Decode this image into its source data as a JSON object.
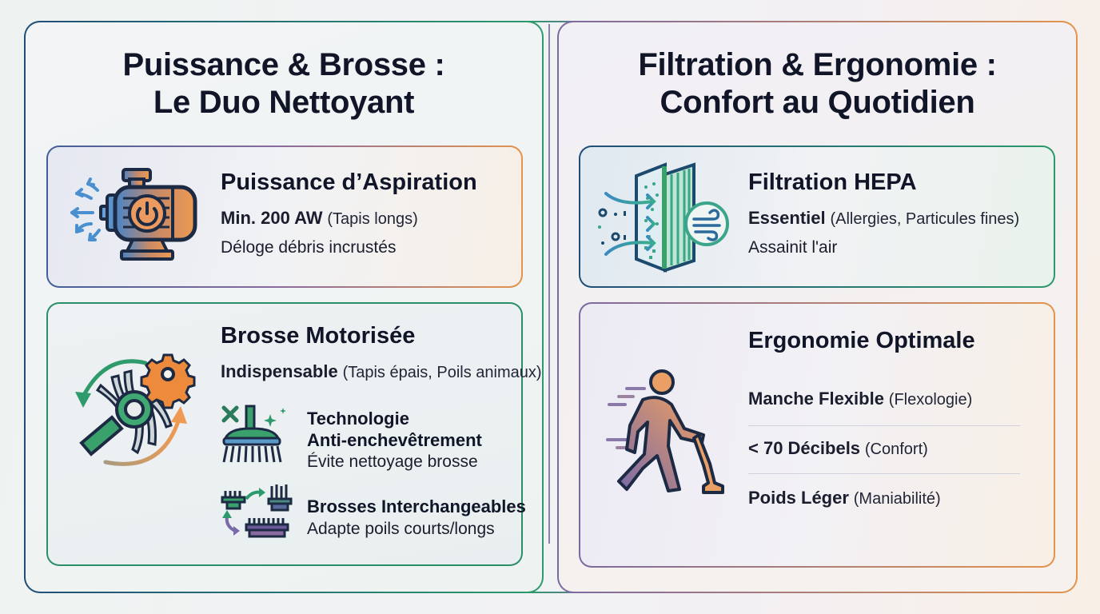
{
  "left_panel": {
    "title_line1": "Puissance & Brosse :",
    "title_line2": "Le Duo Nettoyant",
    "power_card": {
      "icon": "motor-icon",
      "title": "Puissance d’Aspiration",
      "spec_bold": "Min. 200 AW",
      "spec_paren": "(Tapis longs)",
      "description": "Déloge débris incrustés"
    },
    "brush_card": {
      "icon": "rotating-brush-gear-icon",
      "title": "Brosse Motorisée",
      "spec_bold": "Indispensable",
      "spec_paren": "(Tapis épais, Poils animaux)",
      "features": [
        {
          "icon": "anti-tangle-brush-icon",
          "title_line1": "Technologie",
          "title_line2": "Anti-enchevêtrement",
          "description": "Évite nettoyage brosse"
        },
        {
          "icon": "interchangeable-brushes-icon",
          "title_line1": "Brosses Interchangeables",
          "description": "Adapte poils courts/longs"
        }
      ]
    }
  },
  "right_panel": {
    "title_line1": "Filtration & Ergonomie :",
    "title_line2": "Confort au Quotidien",
    "hepa_card": {
      "icon": "hepa-filter-icon",
      "title": "Filtration HEPA",
      "spec_bold": "Essentiel",
      "spec_paren": "(Allergies, Particules fines)",
      "description": "Assainit l'air"
    },
    "ergo_card": {
      "icon": "person-vacuuming-icon",
      "title": "Ergonomie Optimale",
      "items": [
        {
          "bold": "Manche Flexible",
          "paren": "(Flexologie)"
        },
        {
          "bold": "< 70 Décibels",
          "paren": "(Confort)"
        },
        {
          "bold": "Poids Léger",
          "paren": "(Maniabilité)"
        }
      ]
    }
  },
  "colors": {
    "navy": "#1f4e78",
    "green": "#2c9a6c",
    "purple": "#7b6aa0",
    "orange": "#e3944e",
    "text": "#111528"
  }
}
